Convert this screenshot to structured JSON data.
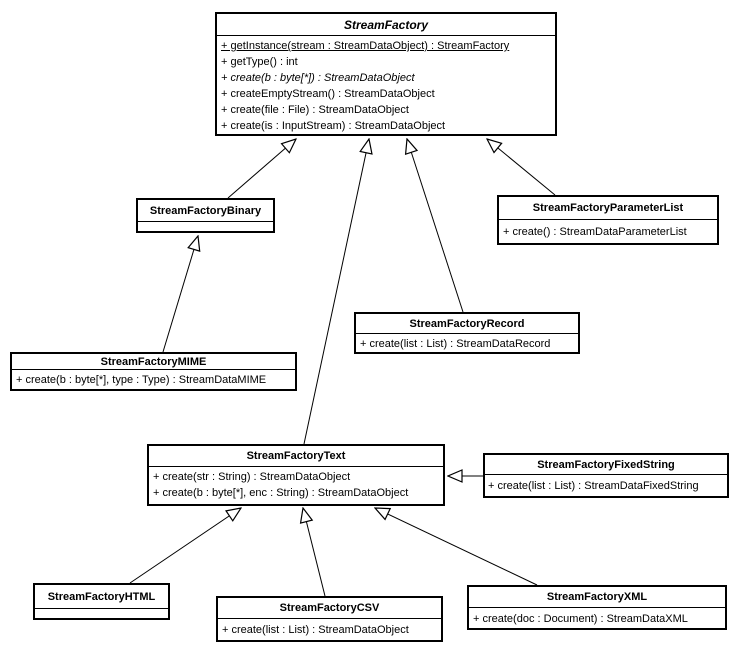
{
  "colors": {
    "background": "#ffffff",
    "box_fill": "#ffffff",
    "border": "#000000",
    "line": "#000000",
    "text": "#000000"
  },
  "classes": {
    "factory": {
      "name": "StreamFactory",
      "abstract": true,
      "methods": {
        "m1": "+ getInstance(stream : StreamDataObject) : StreamFactory",
        "m2": "+ getType() : int",
        "m3": "+ create(b : byte[*]) : StreamDataObject",
        "m4": "+ createEmptyStream() : StreamDataObject",
        "m5": "+ create(file : File) : StreamDataObject",
        "m6": "+ create(is : InputStream) : StreamDataObject"
      }
    },
    "binary": {
      "name": "StreamFactoryBinary",
      "methods": {}
    },
    "parameter_list": {
      "name": "StreamFactoryParameterList",
      "methods": {
        "m1": "+ create() : StreamDataParameterList"
      }
    },
    "record": {
      "name": "StreamFactoryRecord",
      "methods": {
        "m1": "+ create(list : List) : StreamDataRecord"
      }
    },
    "mime": {
      "name": "StreamFactoryMIME",
      "methods": {
        "m1": "+ create(b : byte[*], type : Type) : StreamDataMIME"
      }
    },
    "text": {
      "name": "StreamFactoryText",
      "methods": {
        "m1": "+ create(str : String) : StreamDataObject",
        "m2": "+ create(b : byte[*], enc : String) : StreamDataObject"
      }
    },
    "fixed_string": {
      "name": "StreamFactoryFixedString",
      "methods": {
        "m1": "+ create(list : List) : StreamDataFixedString"
      }
    },
    "html": {
      "name": "StreamFactoryHTML",
      "methods": {}
    },
    "csv": {
      "name": "StreamFactoryCSV",
      "methods": {
        "m1": "+ create(list : List) : StreamDataObject"
      }
    },
    "xml": {
      "name": "StreamFactoryXML",
      "methods": {
        "m1": "+ create(doc : Document) : StreamDataXML"
      }
    }
  },
  "relationships": [
    {
      "child": "StreamFactoryBinary",
      "parent": "StreamFactory",
      "type": "generalization"
    },
    {
      "child": "StreamFactoryText",
      "parent": "StreamFactory",
      "type": "generalization"
    },
    {
      "child": "StreamFactoryRecord",
      "parent": "StreamFactory",
      "type": "generalization"
    },
    {
      "child": "StreamFactoryParameterList",
      "parent": "StreamFactory",
      "type": "generalization"
    },
    {
      "child": "StreamFactoryMIME",
      "parent": "StreamFactoryBinary",
      "type": "generalization"
    },
    {
      "child": "StreamFactoryHTML",
      "parent": "StreamFactoryText",
      "type": "generalization"
    },
    {
      "child": "StreamFactoryCSV",
      "parent": "StreamFactoryText",
      "type": "generalization"
    },
    {
      "child": "StreamFactoryXML",
      "parent": "StreamFactoryText",
      "type": "generalization"
    },
    {
      "child": "StreamFactoryFixedString",
      "parent": "StreamFactoryText",
      "type": "generalization"
    }
  ]
}
